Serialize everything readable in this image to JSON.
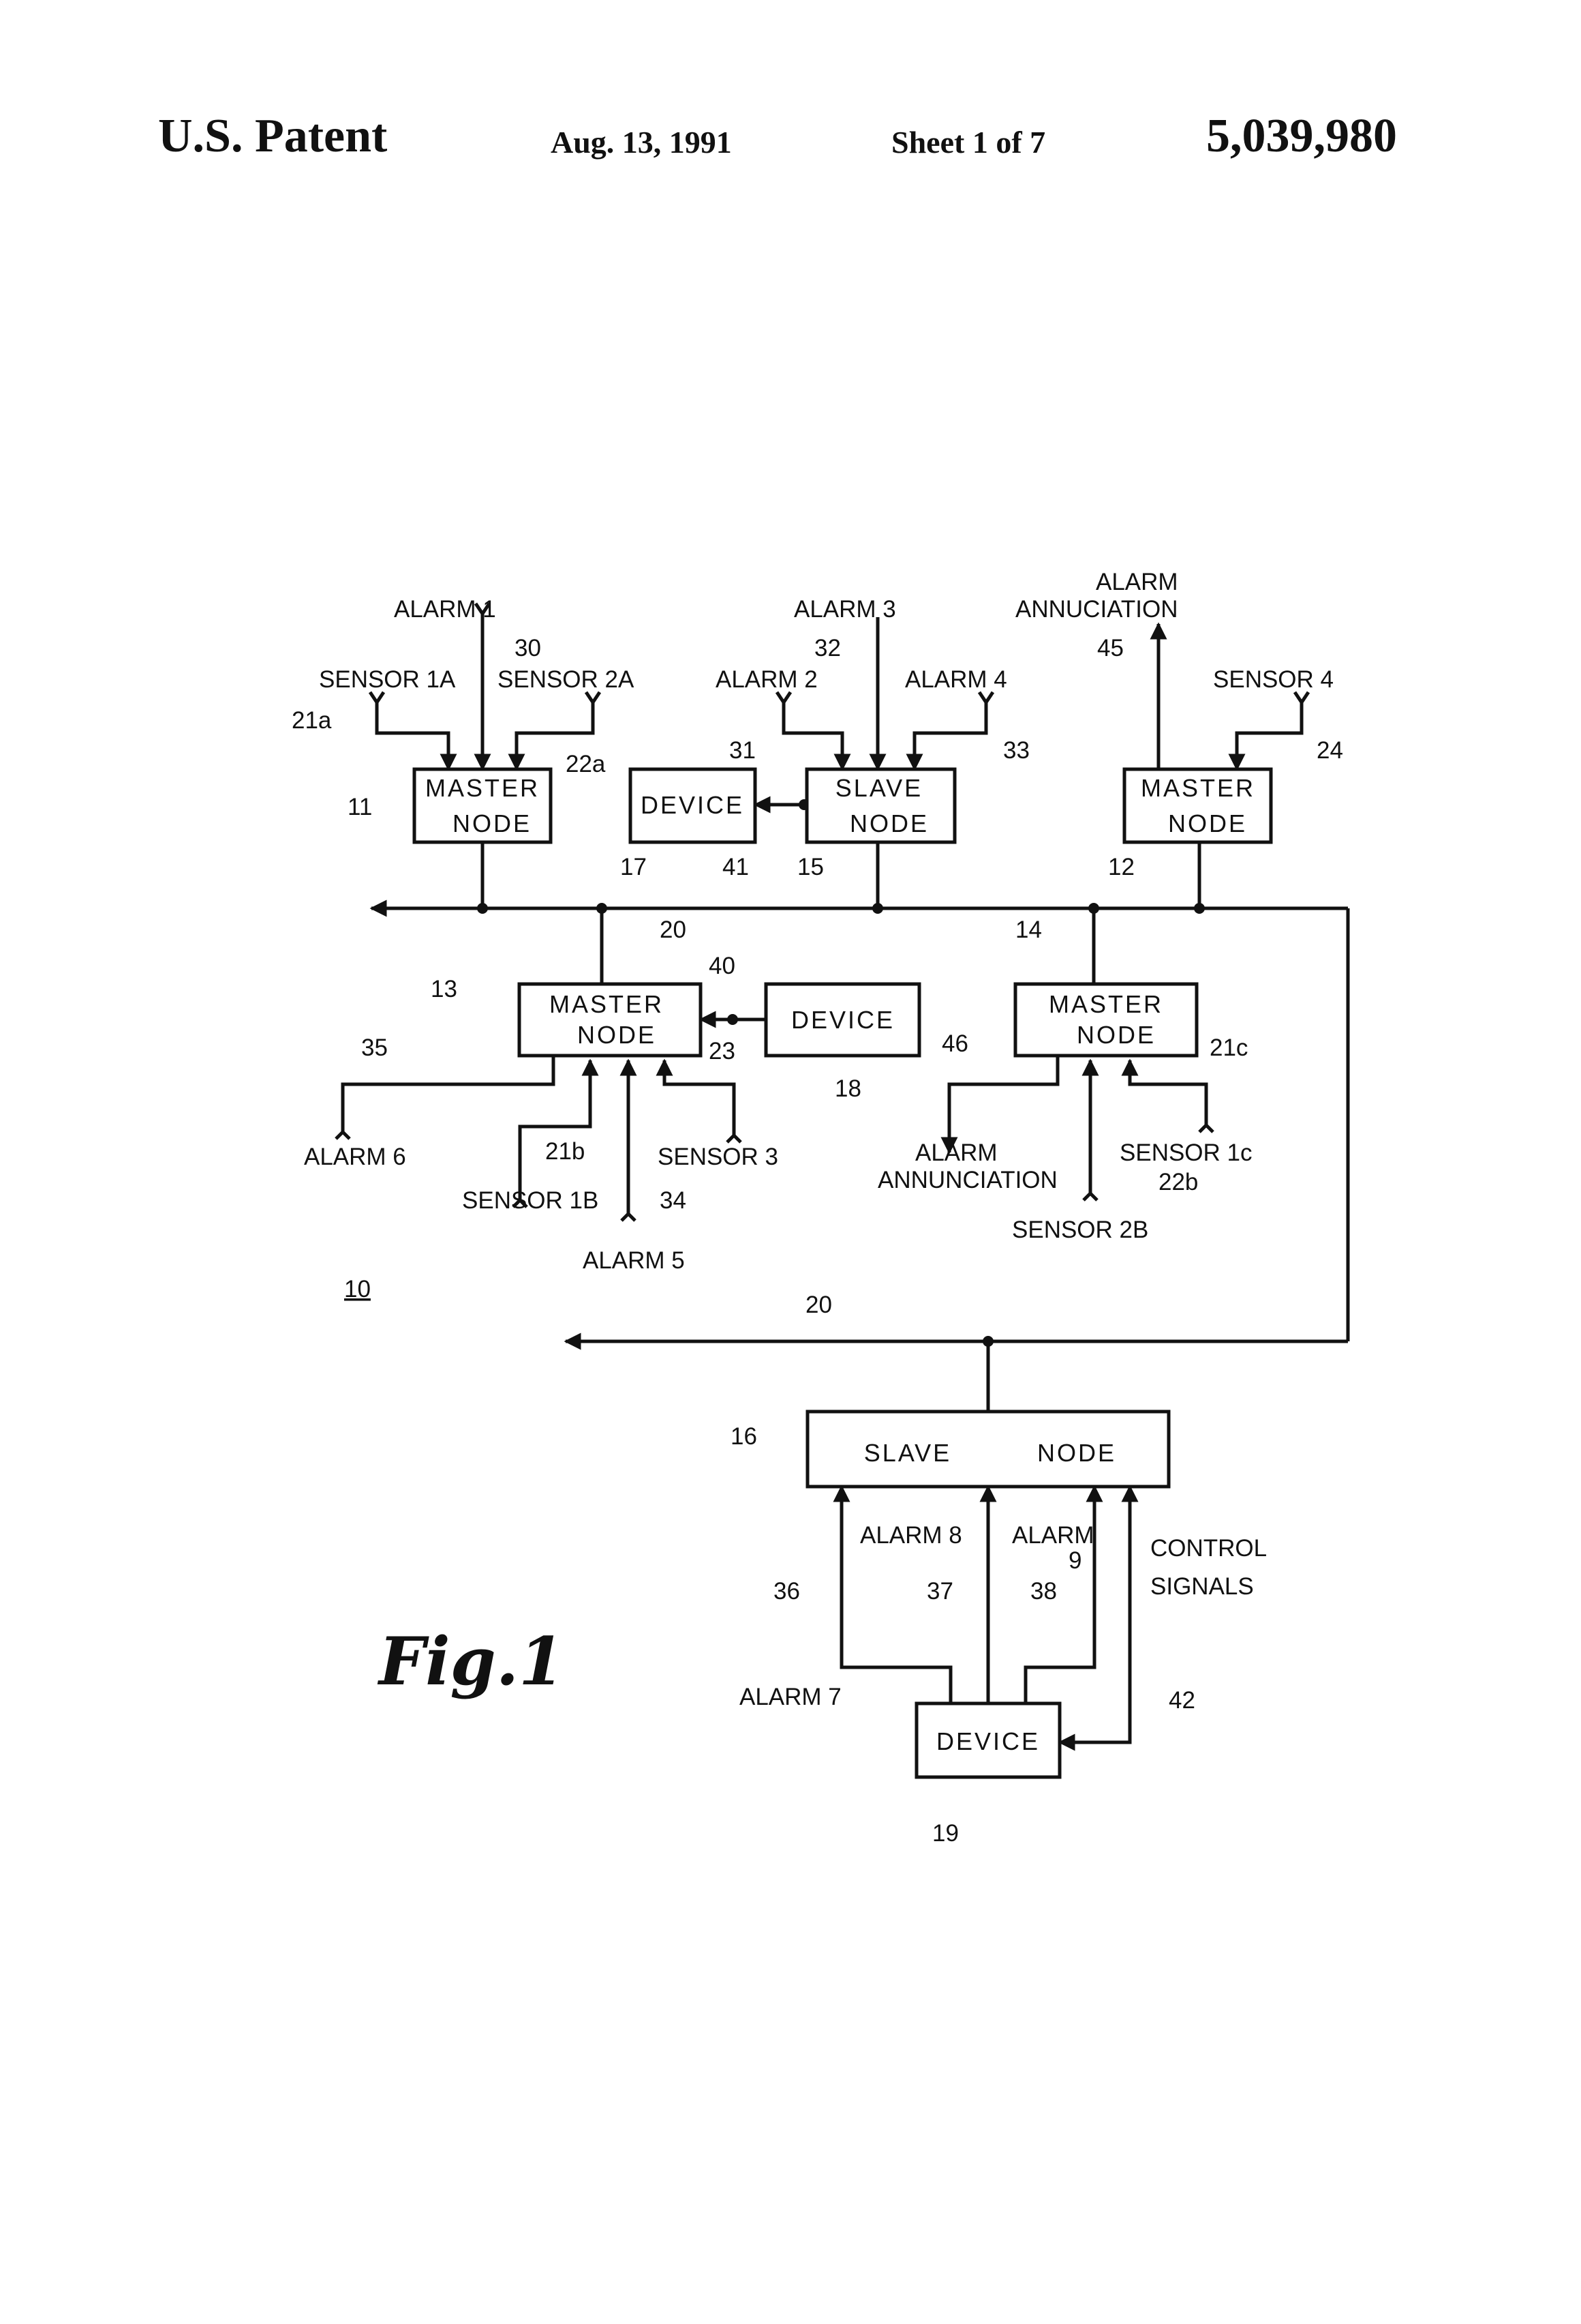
{
  "header": {
    "left": "U.S. Patent",
    "date": "Aug. 13, 1991",
    "sheet": "Sheet 1 of 7",
    "patent_number": "5,039,980"
  },
  "figure": {
    "figure_label": "Fig.1",
    "system_ref": "10",
    "bus_ref": "20",
    "nodes": {
      "n11": {
        "ref": "11",
        "line1": "MASTER",
        "line2": "NODE"
      },
      "n15": {
        "ref": "15",
        "line1": "SLAVE",
        "line2": "NODE"
      },
      "n12": {
        "ref": "12",
        "line1": "MASTER",
        "line2": "NODE"
      },
      "n13": {
        "ref": "13",
        "line1": "MASTER",
        "line2": "NODE"
      },
      "n14": {
        "ref": "14",
        "line1": "MASTER",
        "line2": "NODE"
      },
      "n16": {
        "ref": "16",
        "line1": "SLAVE",
        "line2": "NODE"
      }
    },
    "devices": {
      "d17": {
        "ref": "17",
        "label": "DEVICE"
      },
      "d18": {
        "ref": "18",
        "label": "DEVICE"
      },
      "d19": {
        "ref": "19",
        "label": "DEVICE"
      }
    },
    "signals": {
      "alarm1": "ALARM 1",
      "alarm2": "ALARM 2",
      "alarm3": "ALARM 3",
      "alarm4": "ALARM 4",
      "alarm5": "ALARM 5",
      "alarm6": "ALARM 6",
      "alarm7": "ALARM 7",
      "alarm8": "ALARM 8",
      "alarm9a": "ALARM",
      "alarm9b": "9",
      "sensor1a": "SENSOR 1A",
      "sensor2a": "SENSOR 2A",
      "sensor1b": "SENSOR 1B",
      "sensor3": "SENSOR 3",
      "sensor4": "SENSOR 4",
      "sensor1c": "SENSOR 1c",
      "sensor2b": "SENSOR 2B",
      "annun_top_1": "ALARM",
      "annun_top_2": "ANNUCIATION",
      "annun_mid_1": "ALARM",
      "annun_mid_2": "ANNUNCIATION",
      "control_1": "CONTROL",
      "control_2": "SIGNALS"
    },
    "refs": {
      "r21a": "21a",
      "r22a": "22a",
      "r30": "30",
      "r31": "31",
      "r32": "32",
      "r33": "33",
      "r41": "41",
      "r45": "45",
      "r24": "24",
      "r40": "40",
      "r35": "35",
      "r23": "23",
      "r21b": "21b",
      "r34": "34",
      "r46": "46",
      "r21c": "21c",
      "r22b": "22b",
      "r36": "36",
      "r37": "37",
      "r38": "38",
      "r42": "42"
    }
  }
}
